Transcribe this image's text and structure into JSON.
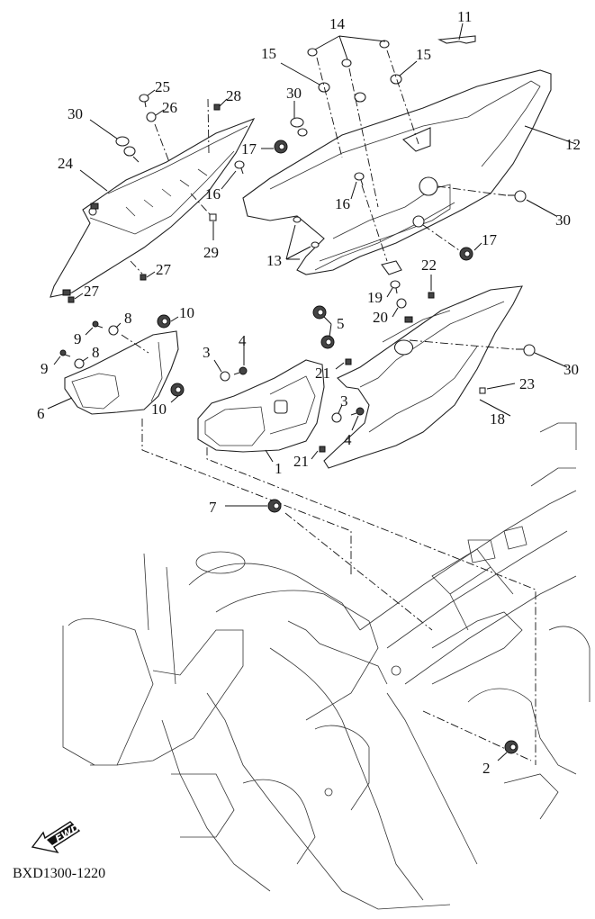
{
  "diagram": {
    "title_code": "BXD1300-1220",
    "direction_badge": "FWD",
    "callouts": [
      {
        "id": "c11",
        "text": "11"
      },
      {
        "id": "c14",
        "text": "14"
      },
      {
        "id": "c15a",
        "text": "15"
      },
      {
        "id": "c15b",
        "text": "15"
      },
      {
        "id": "c30a",
        "text": "30"
      },
      {
        "id": "c25",
        "text": "25"
      },
      {
        "id": "c26",
        "text": "26"
      },
      {
        "id": "c28",
        "text": "28"
      },
      {
        "id": "c30b",
        "text": "30"
      },
      {
        "id": "c17a",
        "text": "17"
      },
      {
        "id": "c12",
        "text": "12"
      },
      {
        "id": "c24",
        "text": "24"
      },
      {
        "id": "c16a",
        "text": "16"
      },
      {
        "id": "c16b",
        "text": "16"
      },
      {
        "id": "c30c",
        "text": "30"
      },
      {
        "id": "c29",
        "text": "29"
      },
      {
        "id": "c13",
        "text": "13"
      },
      {
        "id": "c17b",
        "text": "17"
      },
      {
        "id": "c27a",
        "text": "27"
      },
      {
        "id": "c27b",
        "text": "27"
      },
      {
        "id": "c22",
        "text": "22"
      },
      {
        "id": "c19",
        "text": "19"
      },
      {
        "id": "c10a",
        "text": "10"
      },
      {
        "id": "c8a",
        "text": "8"
      },
      {
        "id": "c9a",
        "text": "9"
      },
      {
        "id": "c5",
        "text": "5"
      },
      {
        "id": "c20",
        "text": "20"
      },
      {
        "id": "c3a",
        "text": "3"
      },
      {
        "id": "c4a",
        "text": "4"
      },
      {
        "id": "c9b",
        "text": "9"
      },
      {
        "id": "c8b",
        "text": "8"
      },
      {
        "id": "c21a",
        "text": "21"
      },
      {
        "id": "c30d",
        "text": "30"
      },
      {
        "id": "c6",
        "text": "6"
      },
      {
        "id": "c10b",
        "text": "10"
      },
      {
        "id": "c3b",
        "text": "3"
      },
      {
        "id": "c23",
        "text": "23"
      },
      {
        "id": "c4b",
        "text": "4"
      },
      {
        "id": "c18",
        "text": "18"
      },
      {
        "id": "c21b",
        "text": "21"
      },
      {
        "id": "c1",
        "text": "1"
      },
      {
        "id": "c7",
        "text": "7"
      },
      {
        "id": "c2",
        "text": "2"
      }
    ]
  }
}
